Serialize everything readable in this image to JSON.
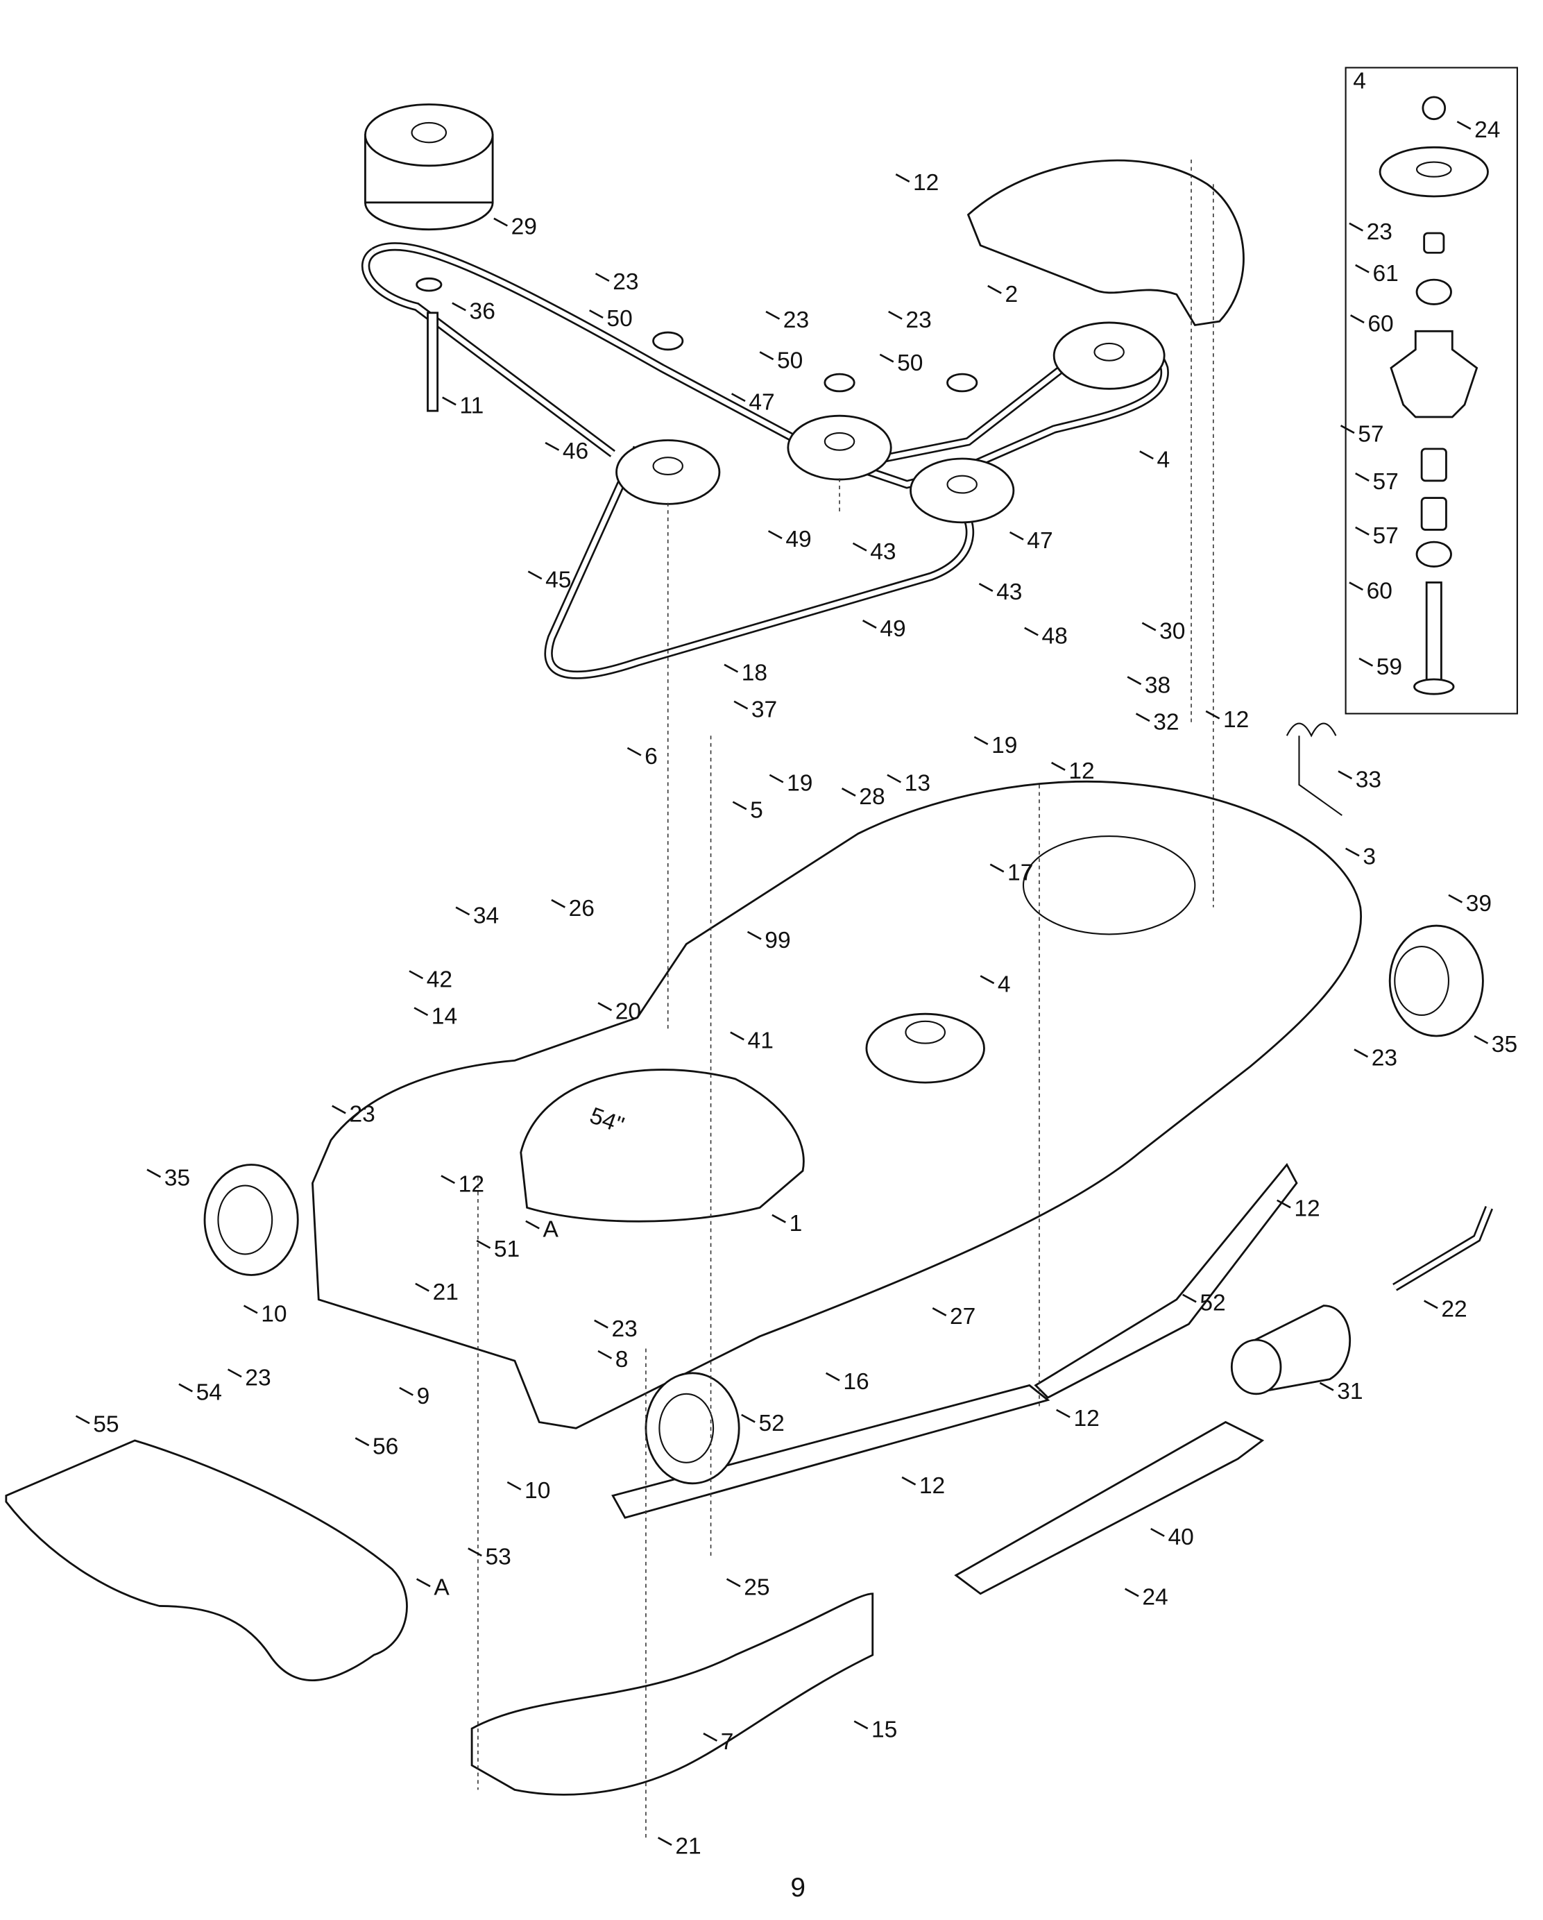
{
  "inset": {
    "title": "4"
  },
  "callouts": [
    "24",
    "23",
    "61",
    "60",
    "57",
    "57",
    "57",
    "60",
    "59",
    "12",
    "2",
    "29",
    "36",
    "23",
    "50",
    "23",
    "50",
    "23",
    "50",
    "11",
    "47",
    "46",
    "4",
    "47",
    "49",
    "43",
    "45",
    "43",
    "49",
    "48",
    "30",
    "18",
    "37",
    "38",
    "6",
    "19",
    "19",
    "12",
    "32",
    "12",
    "33",
    "13",
    "28",
    "5",
    "3",
    "17",
    "39",
    "34",
    "26",
    "99",
    "42",
    "4",
    "20",
    "14",
    "41",
    "35",
    "23",
    "23",
    "35",
    "12",
    "A",
    "1",
    "12",
    "22",
    "52",
    "21",
    "51",
    "10",
    "27",
    "23",
    "8",
    "31",
    "9",
    "16",
    "12",
    "23",
    "54",
    "55",
    "56",
    "10",
    "52",
    "12",
    "40",
    "53",
    "A",
    "25",
    "24",
    "15",
    "7",
    "21"
  ],
  "deck_marking": "54\"",
  "page_number": "9"
}
